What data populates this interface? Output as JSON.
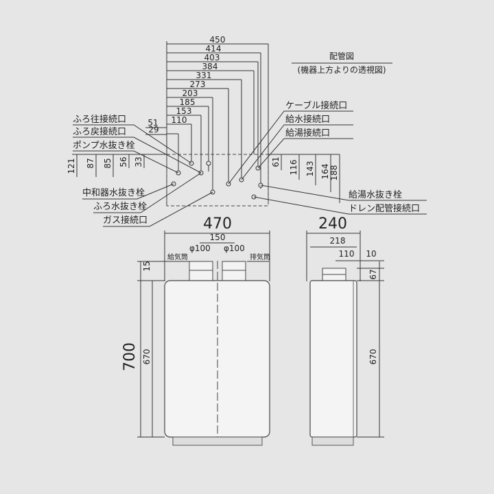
{
  "piping": {
    "title": "配管図",
    "subtitle": "(機器上方よりの透視図)",
    "widths": [
      "450",
      "414",
      "403",
      "384",
      "331",
      "273",
      "203",
      "185",
      "153",
      "110",
      "51",
      "29"
    ],
    "left_dims": [
      "121",
      "87",
      "85",
      "56",
      "33"
    ],
    "right_dims": [
      "61",
      "116",
      "143",
      "164",
      "188"
    ],
    "left_callouts": [
      "ふろ往接続口",
      "ふろ戻接続口",
      "ポンプ水抜き栓",
      "中和器水抜き栓",
      "ふろ水抜き栓",
      "ガス接続口"
    ],
    "right_callouts": [
      "ケーブル接続口",
      "給水接続口",
      "給湯接続口",
      "給湯水抜き栓",
      "ドレン配管接続口"
    ]
  },
  "front": {
    "width": "470",
    "pipe_spacing": "150",
    "dia_left": "φ100",
    "dia_right": "φ100",
    "intake": "給気筒",
    "exhaust": "排気筒",
    "total_height": "700",
    "body_height": "670",
    "top_offset": "15"
  },
  "side": {
    "depth": "240",
    "body_depth": "218",
    "flue_offset": "110",
    "back_gap": "10",
    "top_height": "67",
    "body_height": "670"
  }
}
